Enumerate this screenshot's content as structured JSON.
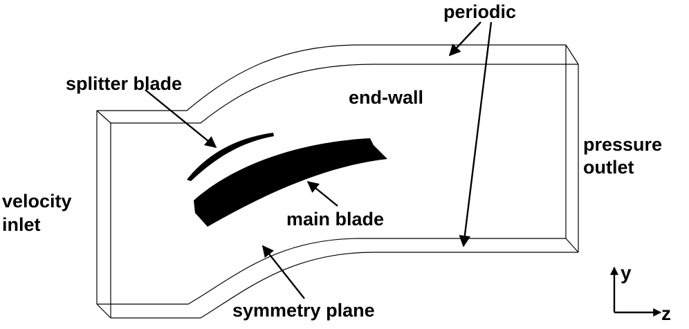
{
  "labels": {
    "periodic": "periodic",
    "splitter_blade": "splitter blade",
    "end_wall": "end-wall",
    "pressure": "pressure",
    "outlet": "outlet",
    "velocity": "velocity",
    "inlet": "inlet",
    "main_blade": "main blade",
    "symmetry_plane": "symmetry plane"
  },
  "axes": {
    "y": "y",
    "z": "z"
  },
  "colors": {
    "line": "#000000",
    "blade_fill": "#000000",
    "background": "#ffffff"
  }
}
